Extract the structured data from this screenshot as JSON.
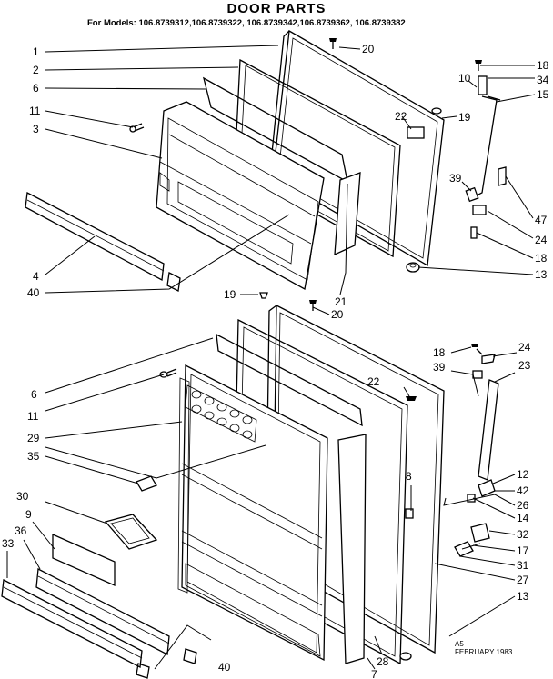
{
  "title": "DOOR PARTS",
  "models": "For Models: 106.8739312,106.8739322, 106.8739342,106.8739362, 106.8739382",
  "stamp": {
    "code": "A5",
    "date": "FEBRUARY 1983"
  },
  "callouts": [
    "1",
    "2",
    "6",
    "11",
    "3",
    "4",
    "40",
    "20",
    "10",
    "18",
    "34",
    "15",
    "22",
    "19",
    "39",
    "47",
    "24",
    "18",
    "13",
    "19",
    "20",
    "21",
    "6",
    "11",
    "29",
    "35",
    "30",
    "9",
    "36",
    "33",
    "22",
    "18",
    "24",
    "39",
    "23",
    "8",
    "12",
    "42",
    "26",
    "14",
    "32",
    "17",
    "31",
    "27",
    "13",
    "40",
    "28",
    "7"
  ]
}
